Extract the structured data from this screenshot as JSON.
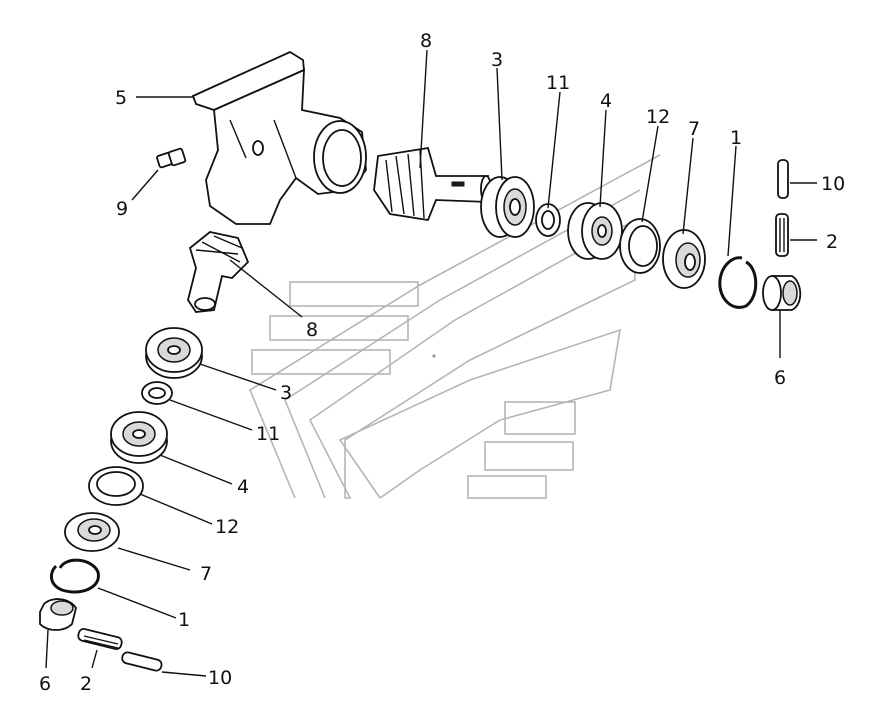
{
  "callouts": {
    "top": {
      "l5": "5",
      "l9": "9",
      "l8": "8",
      "l3": "3",
      "l11": "11",
      "l4": "4",
      "l12": "12",
      "l7": "7",
      "l1": "1",
      "l10": "10",
      "l2": "2",
      "l6": "6"
    },
    "bottom": {
      "l8": "8",
      "l3": "3",
      "l11": "11",
      "l4": "4",
      "l12": "12",
      "l7": "7",
      "l1": "1",
      "l6": "6",
      "l2": "2",
      "l10": "10"
    }
  }
}
